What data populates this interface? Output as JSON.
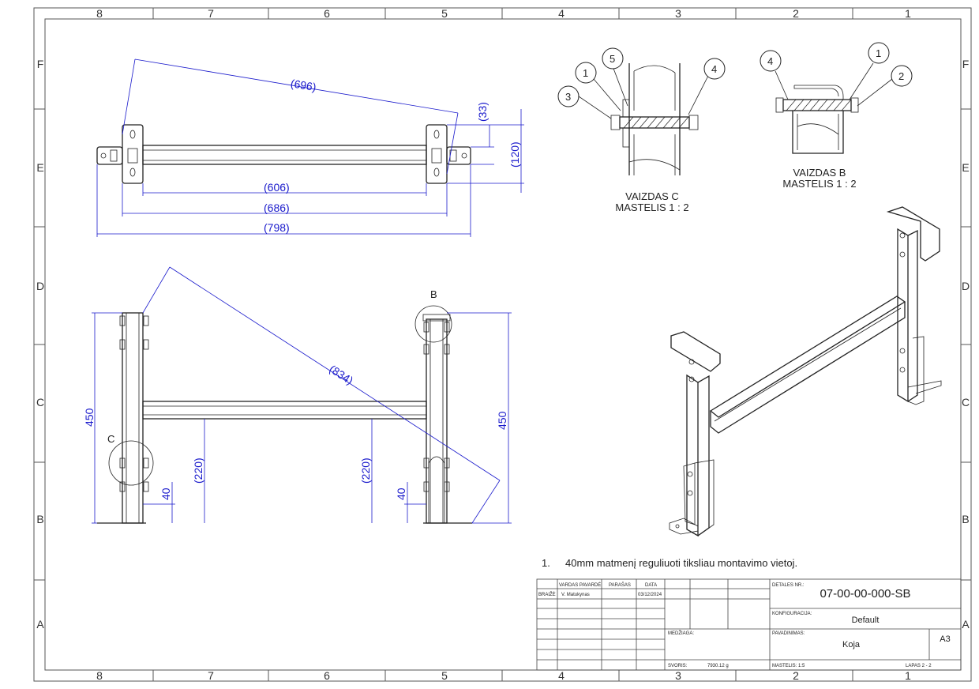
{
  "border": {
    "columns": [
      "8",
      "7",
      "6",
      "5",
      "4",
      "3",
      "2",
      "1"
    ],
    "rows": [
      "F",
      "E",
      "D",
      "C",
      "B",
      "A"
    ]
  },
  "top_view": {
    "dims": {
      "diag": "(696)",
      "d606": "(606)",
      "d686": "(686)",
      "d798": "(798)",
      "d33": "(33)",
      "d120": "(120)"
    }
  },
  "front_view": {
    "dims": {
      "diag": "(834)",
      "h450_left": "450",
      "h450_right": "450",
      "d220_left": "(220)",
      "d220_right": "(220)",
      "d40_left": "40",
      "d40_right": "40"
    },
    "detail_labels": {
      "b": "B",
      "c": "C"
    }
  },
  "detail_c": {
    "title": "VAIZDAS C",
    "scale": "MASTELIS 1 : 2",
    "balloons": [
      "1",
      "5",
      "4",
      "3"
    ]
  },
  "detail_b": {
    "title": "VAIZDAS B",
    "scale": "MASTELIS 1 : 2",
    "balloons": [
      "4",
      "1",
      "2"
    ]
  },
  "note": {
    "num": "1.",
    "text": "40mm matmenį reguliuoti tiksliau montavimo vietoj."
  },
  "title_block": {
    "h_name": "VARDAS PAVARDĖ",
    "h_sign": "PARAŠAS",
    "h_date": "DATA",
    "r_role": "BRAIŽĖ",
    "r_name": "V. Matukynas",
    "r_date": "03/12/2024",
    "part_label": "DETALES NR.:",
    "part_no": "07-00-00-000-SB",
    "config_label": "KONFIGURACIJA:",
    "config": "Default",
    "material_label": "MEDŽIAGA:",
    "name_label": "PAVADINIMAS:",
    "name": "Koja",
    "size": "A3",
    "weight_label": "SVORIS:",
    "weight": "7930.12 g",
    "scale": "MASTELIS: 1:5",
    "sheet": "LAPAS 2 - 2"
  }
}
